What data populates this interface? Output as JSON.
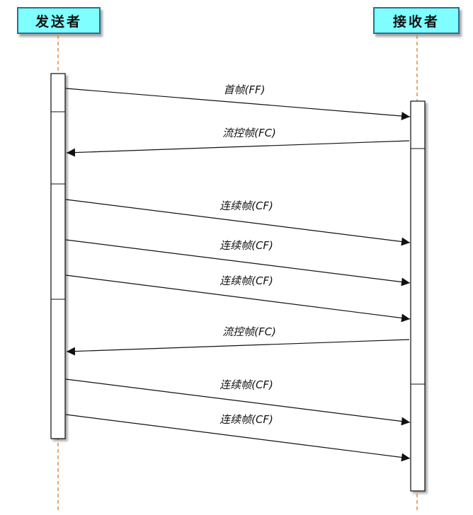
{
  "participants": {
    "sender": "发送者",
    "receiver": "接收者"
  },
  "messages": [
    {
      "label": "首帧(FF)",
      "from": "sender",
      "to": "receiver"
    },
    {
      "label": "流控帧(FC)",
      "from": "receiver",
      "to": "sender"
    },
    {
      "label": "连续帧(CF)",
      "from": "sender",
      "to": "receiver"
    },
    {
      "label": "连续帧(CF)",
      "from": "sender",
      "to": "receiver"
    },
    {
      "label": "连续帧(CF)",
      "from": "sender",
      "to": "receiver"
    },
    {
      "label": "流控帧(FC)",
      "from": "receiver",
      "to": "sender"
    },
    {
      "label": "连续帧(CF)",
      "from": "sender",
      "to": "receiver"
    },
    {
      "label": "连续帧(CF)",
      "from": "sender",
      "to": "receiver"
    }
  ],
  "colors": {
    "participant_fill": "#7fffff",
    "participant_border": "#2a6f93",
    "lifeline": "#e8741c",
    "arrow": "#111111"
  }
}
